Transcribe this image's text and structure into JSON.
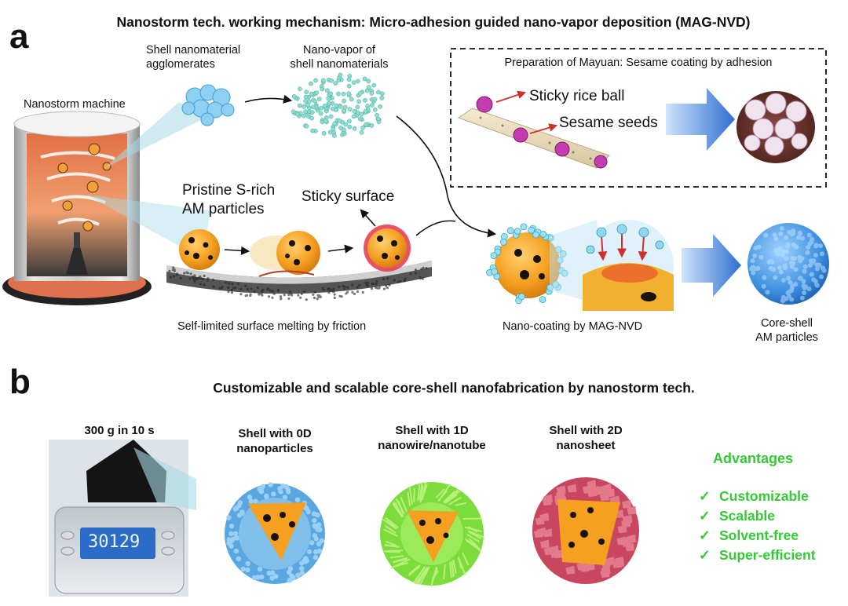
{
  "panel_a": {
    "letter": "a",
    "title": "Nanostorm tech. working mechanism: Micro-adhesion guided nano-vapor deposition (MAG-NVD)",
    "machine_label": "Nanostorm machine",
    "agglomerates_label": [
      "Shell nanomaterial",
      "agglomerates"
    ],
    "vapor_label": [
      "Nano-vapor of",
      "shell nanomaterials"
    ],
    "pristine_label": [
      "Pristine S-rich",
      "AM particles"
    ],
    "sticky_label": "Sticky surface",
    "melting_label": "Self-limited surface melting by friction",
    "coating_label": "Nano-coating by MAG-NVD",
    "coreshell_label": [
      "Core-shell",
      "AM particles"
    ],
    "mayuan": {
      "title": "Preparation of Mayuan: Sesame coating by adhesion",
      "rice_ball": "Sticky rice ball",
      "sesame": "Sesame seeds"
    }
  },
  "panel_b": {
    "letter": "b",
    "title": "Customizable and scalable core-shell nanofabrication by nanostorm tech.",
    "scale_caption": "300 g in 10 s",
    "scale_display": "30129",
    "shells": [
      {
        "label": [
          "Shell with 0D",
          "nanoparticles"
        ],
        "color": "#5aa6e0"
      },
      {
        "label": [
          "Shell with 1D",
          "nanowire/nanotube"
        ],
        "color": "#7cdc3c"
      },
      {
        "label": [
          "Shell with 2D",
          "nanosheet"
        ],
        "color": "#c84660"
      }
    ],
    "advantages": {
      "title": "Advantages",
      "check": "✓",
      "items": [
        "Customizable",
        "Scalable",
        "Solvent-free",
        "Super-efficient"
      ]
    }
  },
  "colors": {
    "core_orange": "#f5a020",
    "spot": "#1a1210",
    "arrow_blue": "#3b7fd6",
    "advantage_green": "#35c935"
  }
}
